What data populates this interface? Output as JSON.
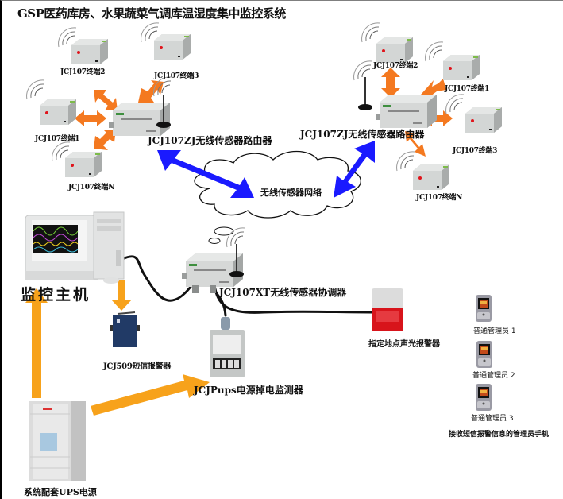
{
  "title": "GSP医药库房、水果蔬菜气调库温湿度集中监控系统",
  "colors": {
    "orange_arrow": "#f47920",
    "amber_arrow": "#f7a21b",
    "blue_arrow": "#1a1aff",
    "cable": "#111111",
    "device_gray": "#c9cccb",
    "alarm_red": "#d8141b"
  },
  "left_cluster": {
    "router_label": "JCJ107ZJ无线传感器路由器",
    "terminals": [
      {
        "label": "JCJ107终端2"
      },
      {
        "label": "JCJ107终端3"
      },
      {
        "label": "JCJ107终端1"
      },
      {
        "label": "JCJ107终端N"
      }
    ]
  },
  "right_cluster": {
    "router_label": "JCJ107ZJ无线传感器路由器",
    "terminals": [
      {
        "label": "JCJ107终端2"
      },
      {
        "label": "JCJ107终端1"
      },
      {
        "label": "JCJ107终端3"
      },
      {
        "label": "JCJ107终端N"
      }
    ]
  },
  "network": {
    "label": "无线传感器网络"
  },
  "host": {
    "label": "监控主机"
  },
  "coordinator": {
    "label": "JCJ107XT无线传感器协调器"
  },
  "sms_alarm": {
    "label": "JCJ509短信报警器"
  },
  "power_monitor": {
    "label": "JCJPups电源掉电监测器"
  },
  "ups": {
    "label": "系统配套UPS电源"
  },
  "siren": {
    "label": "指定地点声光报警器"
  },
  "phones": {
    "items": [
      {
        "label": "普通管理员 1"
      },
      {
        "label": "普通管理员 2"
      },
      {
        "label": "普通管理员 3"
      }
    ],
    "caption": "接收短信报警信息的管理员手机"
  }
}
